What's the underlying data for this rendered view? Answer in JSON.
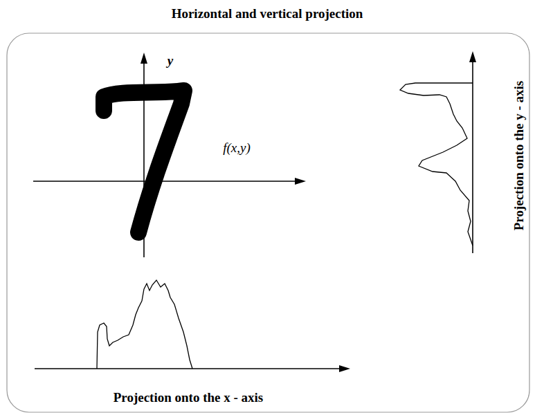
{
  "diagram": {
    "title": "Horizontal and vertical projection",
    "labels": [
      "y",
      "f(x,y)",
      "Projection onto the x - axis",
      "Projection onto the y - axis"
    ]
  }
}
